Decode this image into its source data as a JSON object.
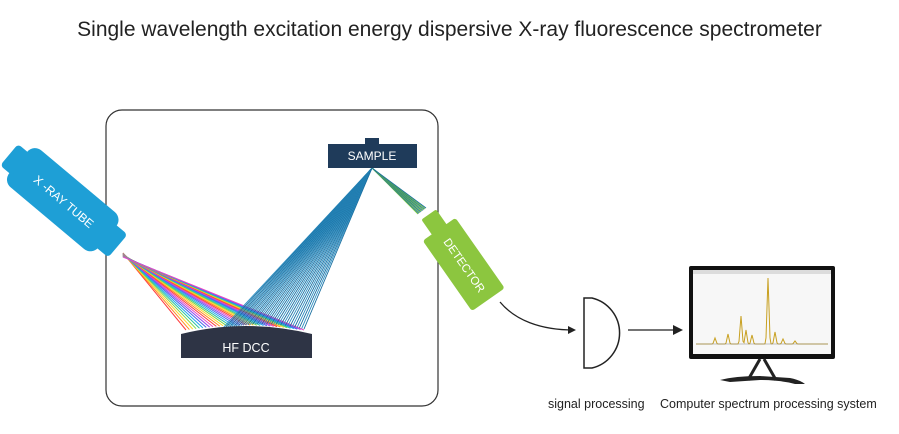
{
  "title": "Single wavelength excitation energy dispersive X-ray fluorescence spectrometer",
  "labels": {
    "xray_tube": "X -RAY TUBE",
    "sample": "SAMPLE",
    "detector": "DETECTOR",
    "crystal": "HF DCC",
    "signal_processing": "signal processing",
    "computer": "Computer spectrum processing system"
  },
  "colors": {
    "xray_tube": "#1e9fd6",
    "sample": "#1f3b5a",
    "detector": "#8cc63f",
    "crystal": "#2e3445",
    "beam_sample": "#1a6fa0"
  }
}
